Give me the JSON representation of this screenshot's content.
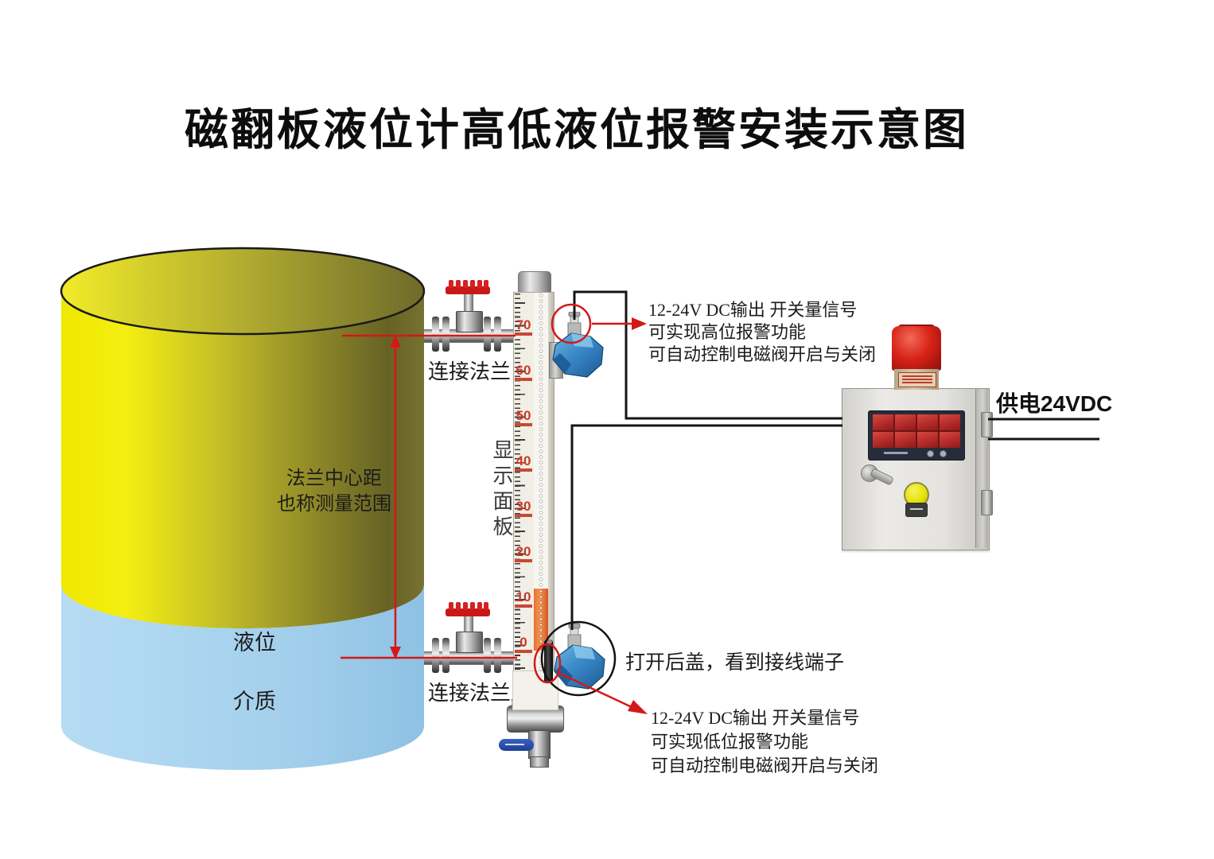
{
  "title": "磁翻板液位计高低液位报警安装示意图",
  "tank": {
    "range_label_line1": "法兰中心距",
    "range_label_line2": "也称测量范围",
    "level_label": "液位",
    "medium_label": "介质"
  },
  "flanges": {
    "top_label": "连接法兰",
    "bottom_label": "连接法兰"
  },
  "gauge": {
    "panel_label": "显示面板",
    "scale": [
      "70",
      "60",
      "50",
      "40",
      "30",
      "20",
      "10",
      "0"
    ]
  },
  "annotations": {
    "high_alarm": {
      "line1": "12-24V DC输出 开关量信号",
      "line2": "可实现高位报警功能",
      "line3": "可自动控制电磁阀开启与关闭"
    },
    "rear_cover": "打开后盖，看到接线端子",
    "low_alarm": {
      "line1": "12-24V DC输出 开关量信号",
      "line2": "可实现低位报警功能",
      "line3": "可自动控制电磁阀开启与关闭"
    }
  },
  "control_box": {
    "power_label": "供电24VDC"
  },
  "colors": {
    "annotation_red": "#d41818",
    "wire_black": "#151515",
    "tank_yellow": "#e8e20a",
    "tank_olive": "#6e6a28",
    "liquid_blue": "#a7d2ee",
    "gauge_scale_red": "#c83a28",
    "gauge_float_orange": "#e8702e",
    "beacon_red": "#d82418",
    "button_yellow": "#e6e206",
    "sensor_blue": "#3a8ac8"
  }
}
